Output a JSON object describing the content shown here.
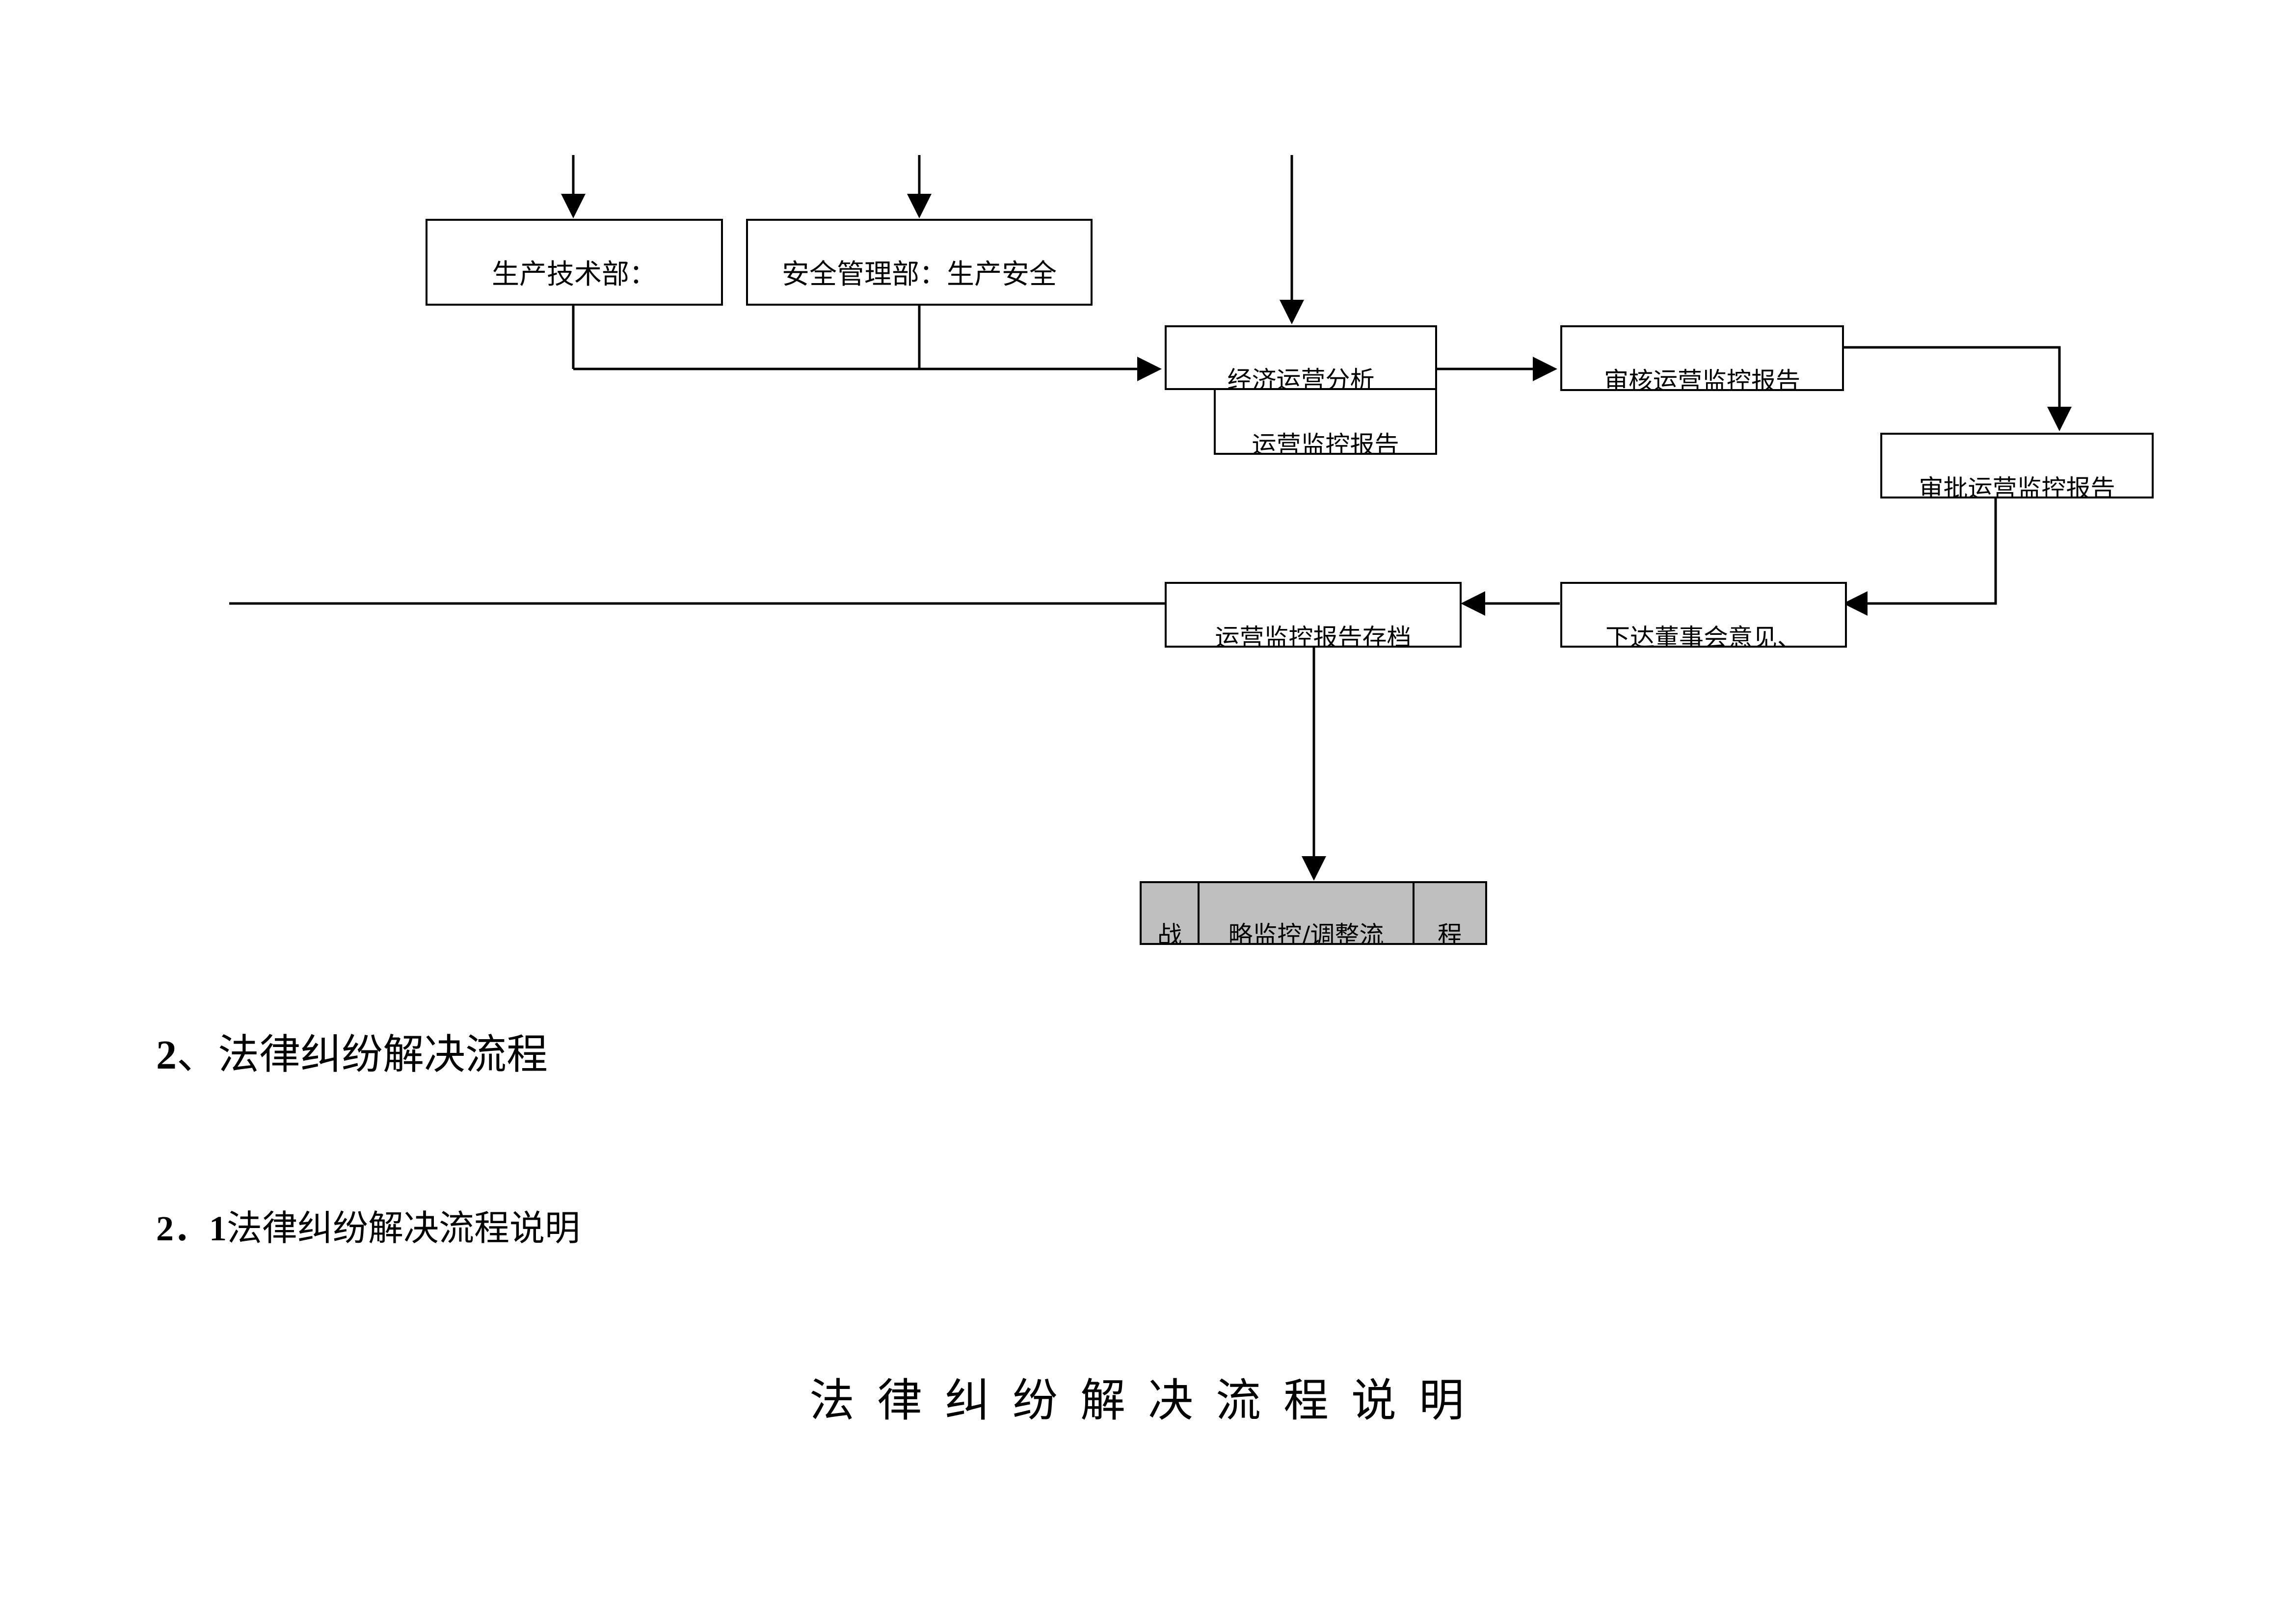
{
  "flowchart": {
    "box_production_tech": "生产技术部：",
    "box_safety_mgmt": "安全管理部：生产安全",
    "box_economic_analysis_top": "经济运营分析",
    "box_economic_analysis_bottom": "运营监控报告",
    "box_review_report": "审核运营监控报告",
    "box_approve_report": "审批运营监控报告",
    "box_issue_order": "下达董事会意见、",
    "box_archive_report": "运营监控报告存档",
    "bottom_bar": {
      "cell_left": "战",
      "cell_middle": "略监控/调整流",
      "cell_right": "程"
    }
  },
  "section": {
    "heading_number": "2",
    "heading_text": "、法律纠纷解决流程",
    "subheading_number": "2．1",
    "subheading_text": "法律纠纷解决流程说明",
    "table_title": "法律纠纷解决流程说明"
  }
}
